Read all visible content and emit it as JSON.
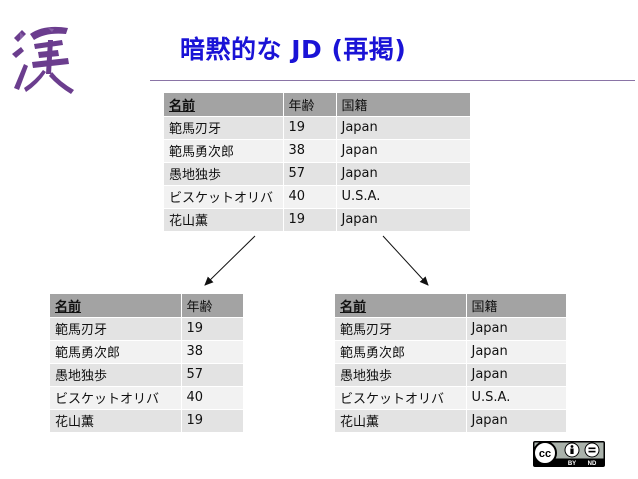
{
  "title": "暗黙的な JD (再掲)",
  "logo_glyph": "渓",
  "colors": {
    "title": "#1a13d6",
    "logo": "#6b3d8e",
    "header_row": "#a3a3a3",
    "row_odd": "#e3e3e3",
    "row_even": "#f2f2f2"
  },
  "main_table": {
    "headers": [
      "名前",
      "年齢",
      "国籍"
    ],
    "rows": [
      [
        "範馬刃牙",
        "19",
        "Japan"
      ],
      [
        "範馬勇次郎",
        "38",
        "Japan"
      ],
      [
        "愚地独歩",
        "57",
        "Japan"
      ],
      [
        "ビスケットオリバ",
        "40",
        "U.S.A."
      ],
      [
        "花山薫",
        "19",
        "Japan"
      ]
    ]
  },
  "age_table": {
    "headers": [
      "名前",
      "年齢"
    ],
    "rows": [
      [
        "範馬刃牙",
        "19"
      ],
      [
        "範馬勇次郎",
        "38"
      ],
      [
        "愚地独歩",
        "57"
      ],
      [
        "ビスケットオリバ",
        "40"
      ],
      [
        "花山薫",
        "19"
      ]
    ]
  },
  "nationality_table": {
    "headers": [
      "名前",
      "国籍"
    ],
    "rows": [
      [
        "範馬刃牙",
        "Japan"
      ],
      [
        "範馬勇次郎",
        "Japan"
      ],
      [
        "愚地独歩",
        "Japan"
      ],
      [
        "ビスケットオリバ",
        "U.S.A."
      ],
      [
        "花山薫",
        "Japan"
      ]
    ]
  },
  "license": {
    "cc": "cc",
    "by": "BY",
    "nd": "ND"
  },
  "icons": [
    "arrow-down-left-icon",
    "arrow-down-right-icon",
    "creative-commons-icon",
    "attribution-icon",
    "no-derivatives-icon"
  ]
}
